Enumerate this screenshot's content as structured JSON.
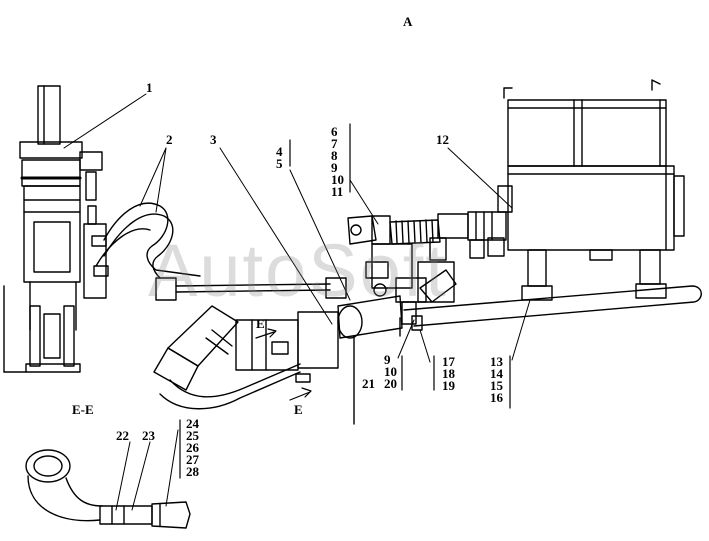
{
  "view_label": "A",
  "section_label": "E-E",
  "section_marks": [
    "E",
    "E"
  ],
  "watermark": "AutoSoft",
  "callouts": {
    "c1": "1",
    "c2": "2",
    "c3": "3",
    "c4_5": [
      "4",
      "5"
    ],
    "c6_11": [
      "6",
      "7",
      "8",
      "9",
      "10",
      "11"
    ],
    "c12": "12",
    "c9_10": [
      "9",
      "10"
    ],
    "c21": "21",
    "c20": "20",
    "c17_19": [
      "17",
      "18",
      "19"
    ],
    "c13_16": [
      "13",
      "14",
      "15",
      "16"
    ],
    "c22": "22",
    "c23": "23",
    "c24_28": [
      "24",
      "25",
      "26",
      "27",
      "28"
    ]
  },
  "colors": {
    "ink": "#000000",
    "watermark": "#828282"
  }
}
